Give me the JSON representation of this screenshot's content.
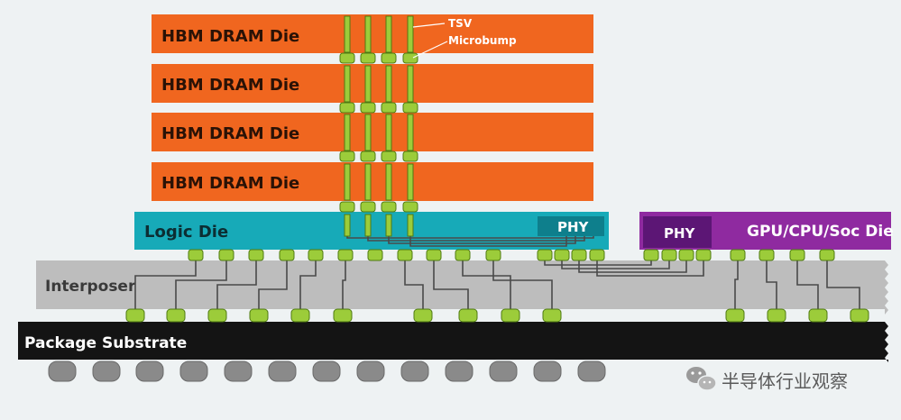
{
  "diagram": {
    "hbm_die_labels": [
      "HBM DRAM Die",
      "HBM DRAM Die",
      "HBM DRAM Die",
      "HBM DRAM Die"
    ],
    "logic_die_label": "Logic Die",
    "logic_phy_label": "PHY",
    "soc_phy_label": "PHY",
    "soc_die_label": "GPU/CPU/Soc Die",
    "interposer_label": "Interposer",
    "substrate_label": "Package Substrate",
    "callouts": {
      "tsv": "TSV",
      "microbump": "Microbump"
    },
    "colors": {
      "hbm": "#f0661f",
      "logic": "#17aab8",
      "logic_phy": "#0e7f8c",
      "soc": "#8f2aa0",
      "soc_phy": "#5c1675",
      "interposer": "#bdbdbd",
      "substrate": "#141414",
      "bump": "#9ccc3a",
      "bump_stroke": "#4f7a12",
      "ball": "#8a8a8a",
      "wire": "#4a4a4a"
    }
  },
  "watermark": {
    "icon": "wechat-icon",
    "text": "半导体行业观察"
  }
}
